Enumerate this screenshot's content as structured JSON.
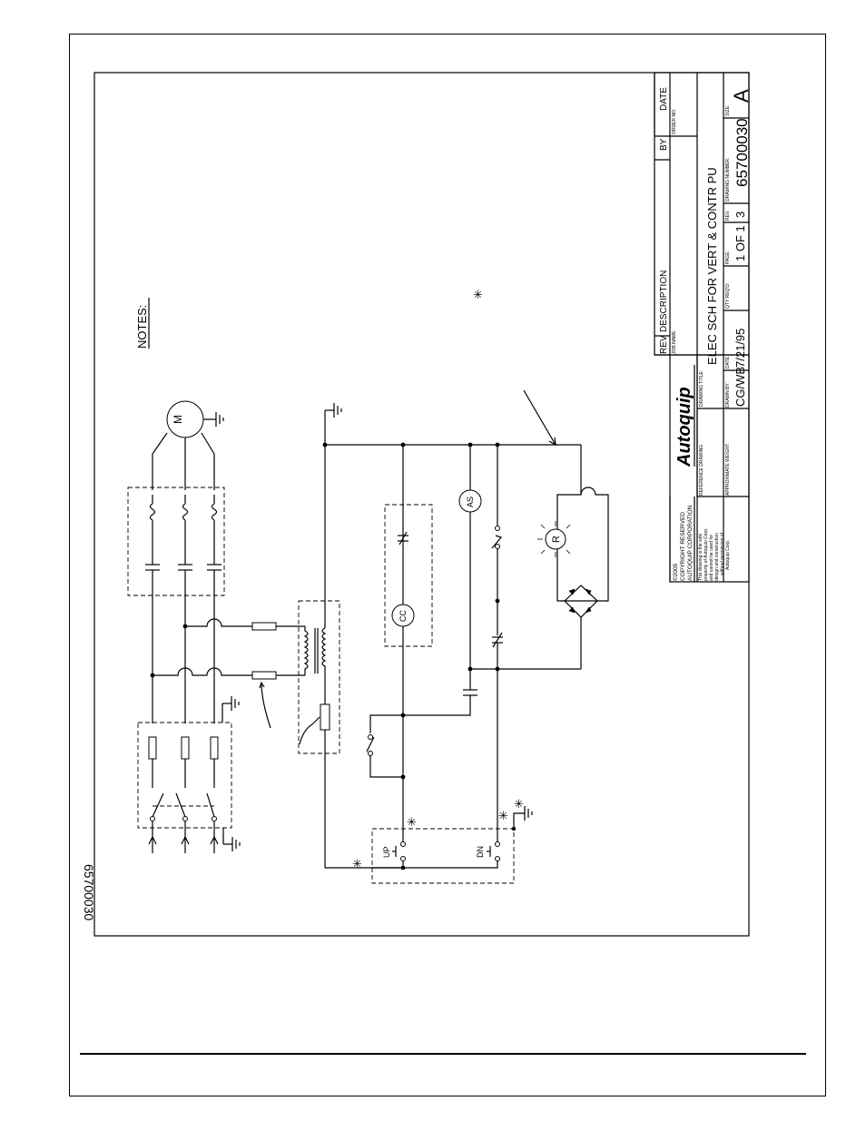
{
  "page": {
    "drawing_ref": "65700030"
  },
  "notes": {
    "heading": "NOTES:",
    "asterisk": "✳"
  },
  "components": {
    "motor": "M",
    "alarm": "AS",
    "control_coil": "CC",
    "relay": "R",
    "up_button": "UP",
    "down_button": "DN",
    "marker": "✳"
  },
  "title_block": {
    "revision_header": {
      "rev": "REV",
      "description": "DESCRIPTION",
      "by": "BY",
      "date": "DATE"
    },
    "job_name_label": "JOB NAME",
    "order_no_label": "ORDER NO.",
    "copyright_lines": [
      "©2005",
      "COPYRIGHT RESERVED",
      "AUTOQUIP CORPORATION"
    ],
    "proprietary_lines": [
      "This drawing is the sole",
      "property of Autoquip Corp.",
      "and cannot be used for",
      "design and construction",
      "without permission of",
      "Autoquip Corp."
    ],
    "company_logo": "Autoquip",
    "reference_drawing_label": "REFERENCE DRAWING",
    "drawing_title_label": "DRAWING TITLE:",
    "drawing_title": "ELEC SCH FOR VERT & CONTR PU",
    "approximate_weight_label": "APPROXIMATE WEIGHT:",
    "drawn_by_label": "DRAWN BY:",
    "drawn_by": "CG/WB",
    "date_label": "DATE:",
    "date": "7/21/95",
    "qty_reqd_label": "QTY REQ'D:",
    "page_label": "PAGE:",
    "page": "1 OF 1",
    "rev_label": "REV:",
    "rev": "3",
    "drawing_number_label": "DRAWING NUMBER:",
    "drawing_number": "65700030",
    "size_label": "SIZE:",
    "size": "A"
  }
}
